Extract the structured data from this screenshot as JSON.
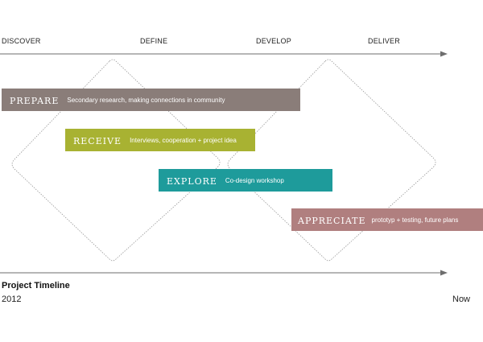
{
  "phases": [
    "DISCOVER",
    "DEFINE",
    "DEVELOP",
    "DELIVER"
  ],
  "stages": [
    {
      "title": "prepare",
      "desc": "Secondary research, making connections in community",
      "color": "#8a7d79"
    },
    {
      "title": "receive",
      "desc": "Interviews, cooperation + project idea",
      "color": "#a8b232"
    },
    {
      "title": "explore",
      "desc": "Co-design workshop",
      "color": "#1e9b9b"
    },
    {
      "title": "appreciate",
      "desc": "prototyp + testing, future plans",
      "color": "#b07f7f"
    }
  ],
  "timeline": {
    "title": "Project Timeline",
    "start": "2012",
    "end": "Now"
  },
  "colors": {
    "axis": "#6e6e6e",
    "diamond": "#999999"
  }
}
